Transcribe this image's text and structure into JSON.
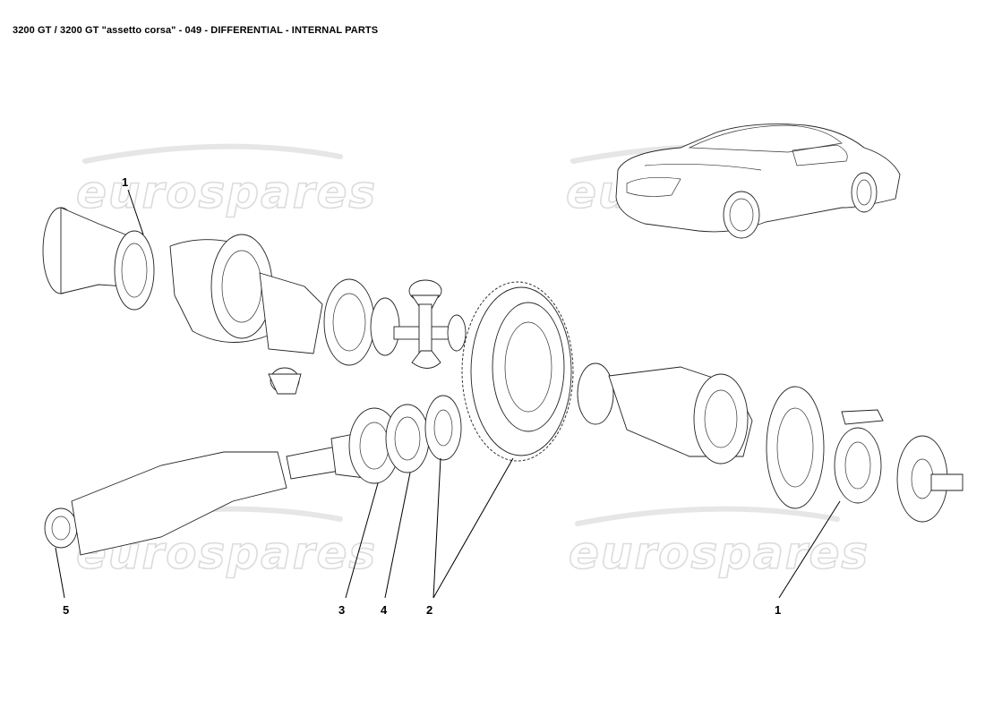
{
  "title": "3200 GT / 3200 GT \"assetto corsa\" - 049 - DIFFERENTIAL - INTERNAL PARTS",
  "watermark": "eurospares",
  "callouts": [
    "1",
    "5",
    "3",
    "4",
    "2",
    "1"
  ]
}
